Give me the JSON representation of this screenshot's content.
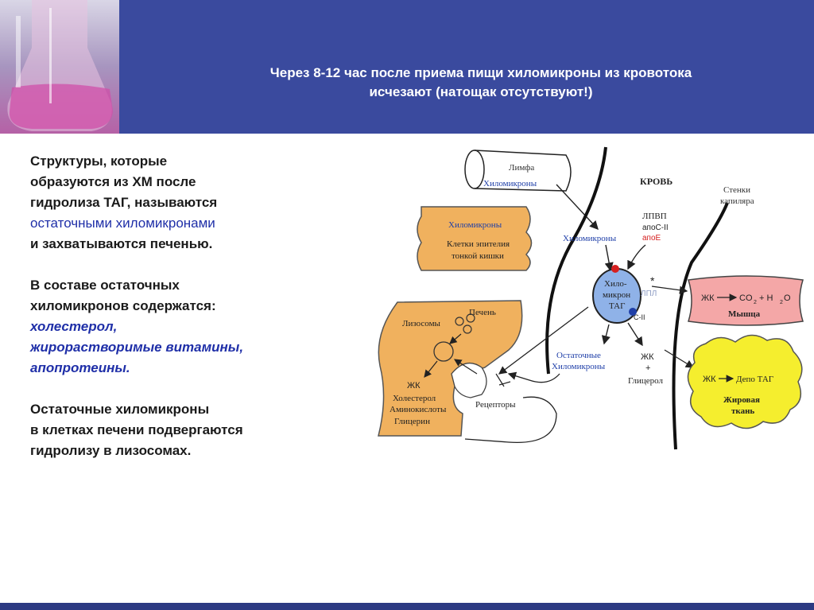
{
  "header": {
    "title_line1": "Через 8-12 час после приема пищи хиломикроны из кровотока",
    "title_line2": "исчезают  (натощак отсутствуют!)"
  },
  "left": {
    "p1_l1": "Структуры, которые",
    "p1_l2": "образуются из ХМ после",
    "p1_l3": "гидролиза ТАГ, называются",
    "p1_l4": "остаточными хиломикронами",
    "p1_l5": "и захватываются печенью.",
    "p2_l1": "В составе остаточных",
    "p2_l2": "хиломикронов содержатся:",
    "p2_l3": "холестерол,",
    "p2_l4": "жирорастворимые витамины,",
    "p2_l5": "апопротеины.",
    "p3_l1": "Остаточные хиломикроны",
    "p3_l2": "в клетках печени подвергаются",
    "p3_l3": "гидролизу в лизосомах."
  },
  "diagram": {
    "lymph_label": "Лимфа",
    "lymph_chylo": "Хиломикроны",
    "blood": "КРОВЬ",
    "capillary_1": "Стенки",
    "capillary_2": "капиляра",
    "intestine_title": "Хиломикроны",
    "intestine_1": "Клетки эпителия",
    "intestine_2": "тонкой кишки",
    "blood_chylo": "Хиломикроны",
    "hdl": "ЛПВП",
    "apo_c": "апоС-II",
    "apo_e": "апоЕ",
    "particle_1": "Хило-",
    "particle_2": "микрон",
    "particle_3": "ТАГ",
    "lpl": "ЛПЛ",
    "c2": "C-II",
    "star": "*",
    "muscle_top_a": "ЖК",
    "muscle_top_b": "CO",
    "muscle_sub2": "2",
    "muscle_plus": "+ H",
    "muscle_o": "O",
    "muscle_name": "Мышца",
    "remnant_1": "Остаточные",
    "remnant_2": "Хиломикроны",
    "fa": "ЖК",
    "plus": "+",
    "glycerol": "Глицерол",
    "adipose_top_a": "ЖК",
    "adipose_top_b": "Депо ТАГ",
    "adipose_1": "Жировая",
    "adipose_2": "ткань",
    "liver": "Печень",
    "lysosomes": "Лизосомы",
    "liver_fa": "ЖК",
    "cholesterol": "Холестерол",
    "amino": "Аминокислоты",
    "glycerin": "Глицерин",
    "receptors": "Рецепторы"
  },
  "colors": {
    "header_bg": "#3a4a9e",
    "highlight_text": "#1f2fa8",
    "intestine": "#f0b15e",
    "liver": "#f0b15e",
    "muscle": "#f4a7a7",
    "adipose": "#f5ee2e",
    "particle": "#8fb2e8"
  }
}
